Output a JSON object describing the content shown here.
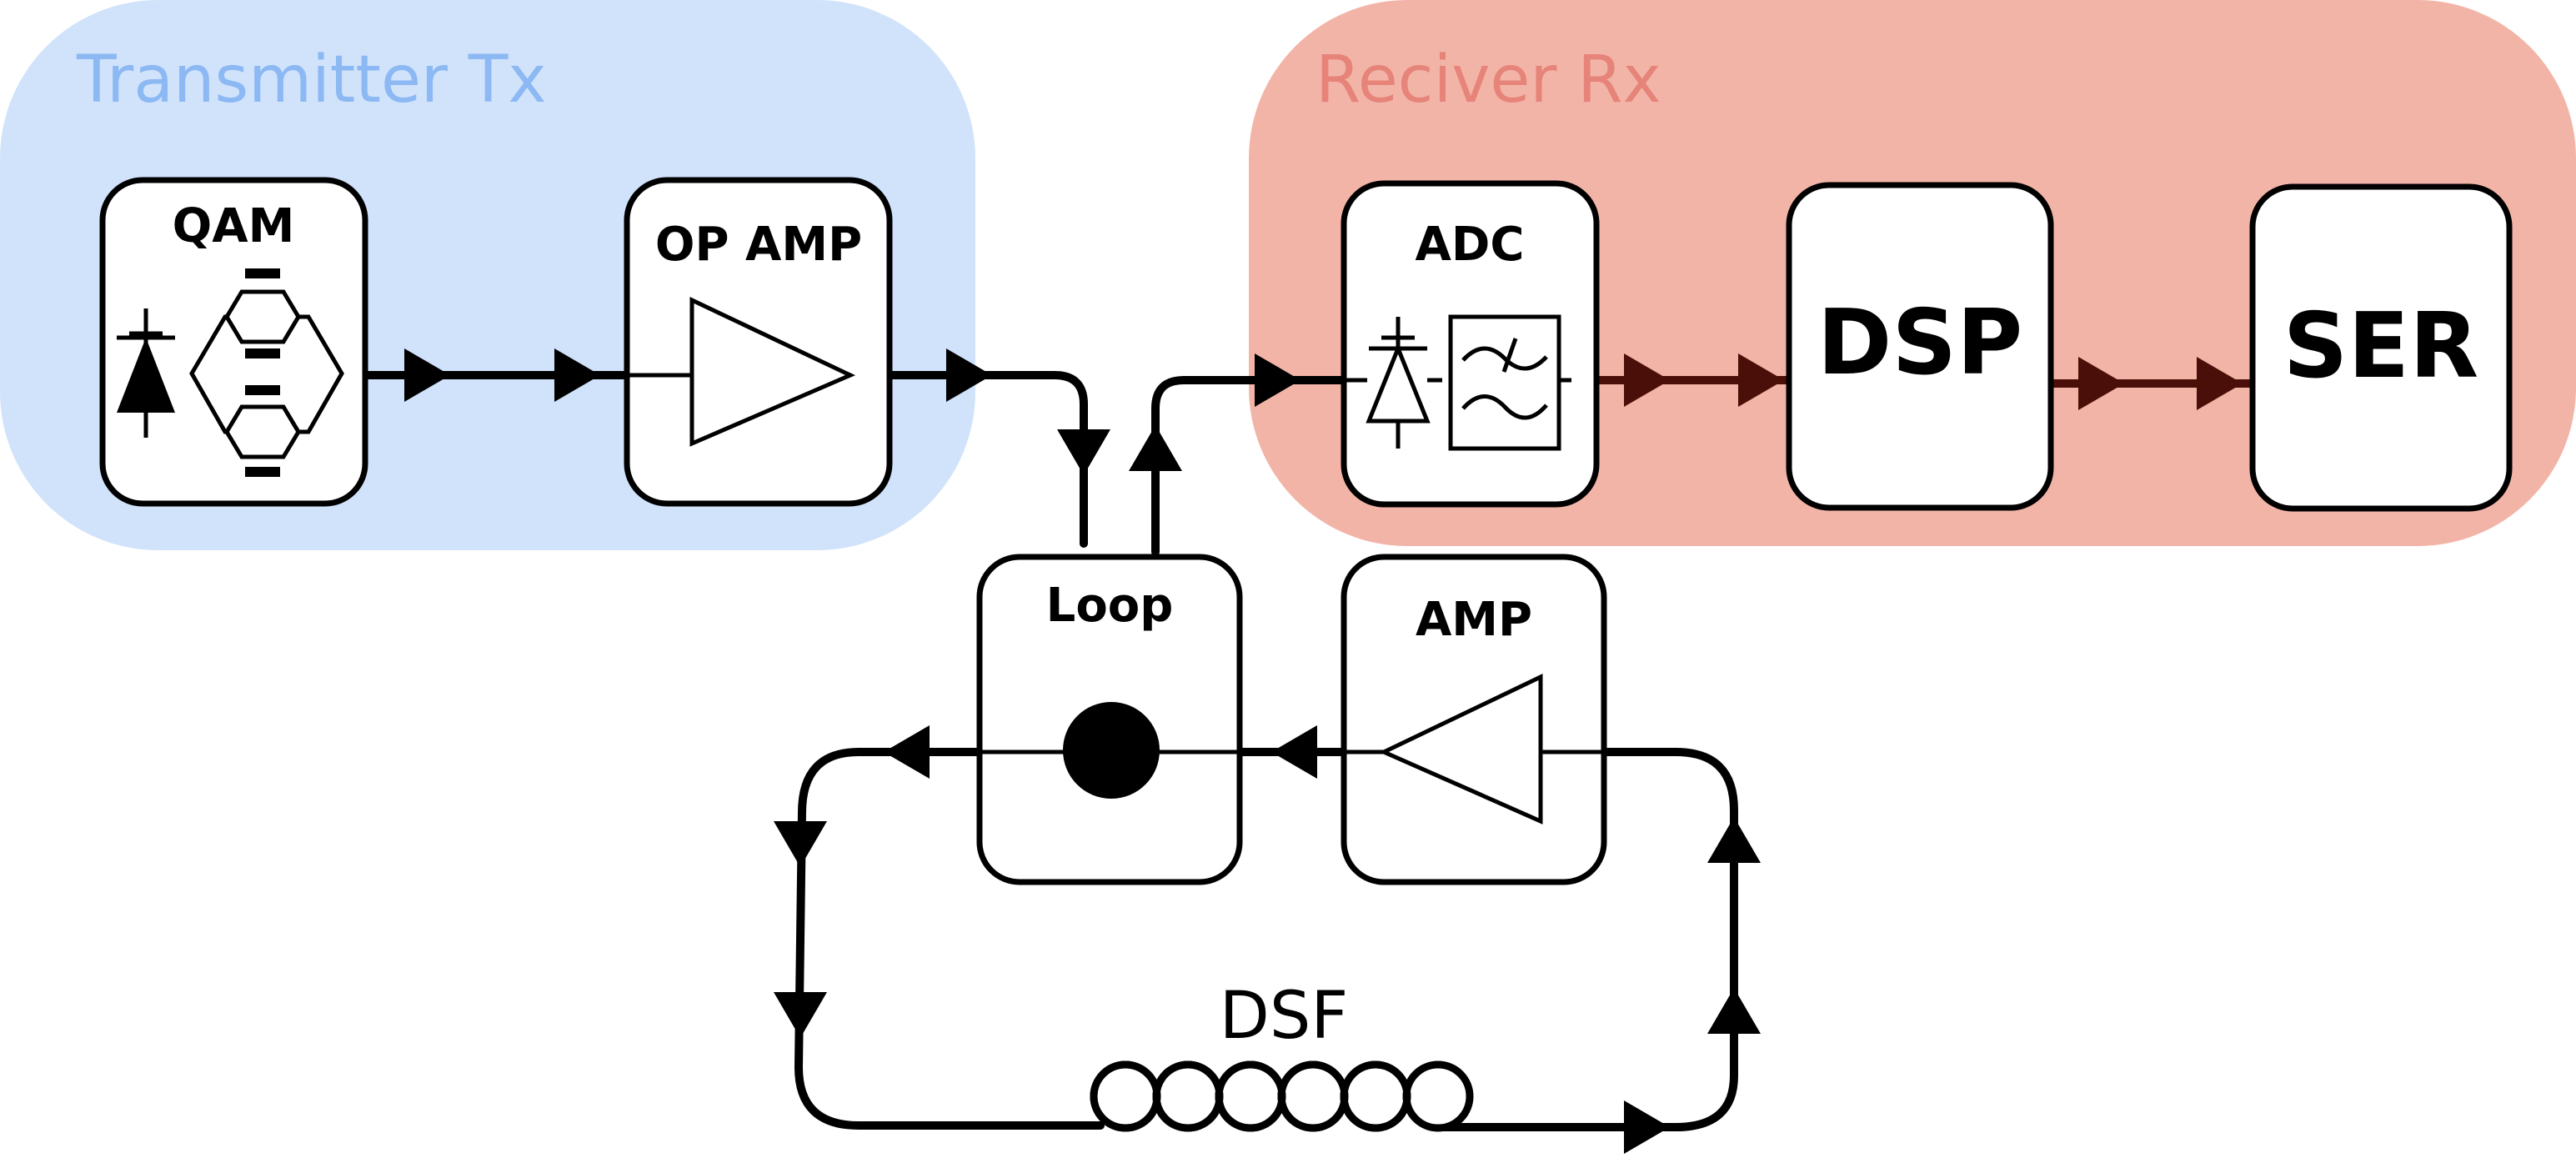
{
  "colors": {
    "tx_region": "#d0e3fb",
    "tx_title": "#8cb8f3",
    "rx_region": "#f3b4a8",
    "rx_title": "#e6847a",
    "rx_signal_line": "#4a0f08",
    "line": "#000000"
  },
  "regions": {
    "transmitter": {
      "title": "Transmitter Tx"
    },
    "receiver": {
      "title": "Reciver Rx"
    }
  },
  "blocks": {
    "qam": {
      "label": "QAM",
      "icon": "modulator-icon"
    },
    "op_amp": {
      "label": "OP AMP",
      "icon": "amplifier-icon"
    },
    "adc": {
      "label": "ADC",
      "icon": "photodiode-filter-icon"
    },
    "dsp": {
      "label": "DSP"
    },
    "ser": {
      "label": "SER"
    },
    "loop": {
      "label": "Loop",
      "icon": "coupler-icon"
    },
    "amp": {
      "label": "AMP",
      "icon": "amplifier-icon"
    }
  },
  "fiber": {
    "label": "DSF",
    "icon": "fiber-coil-icon"
  }
}
